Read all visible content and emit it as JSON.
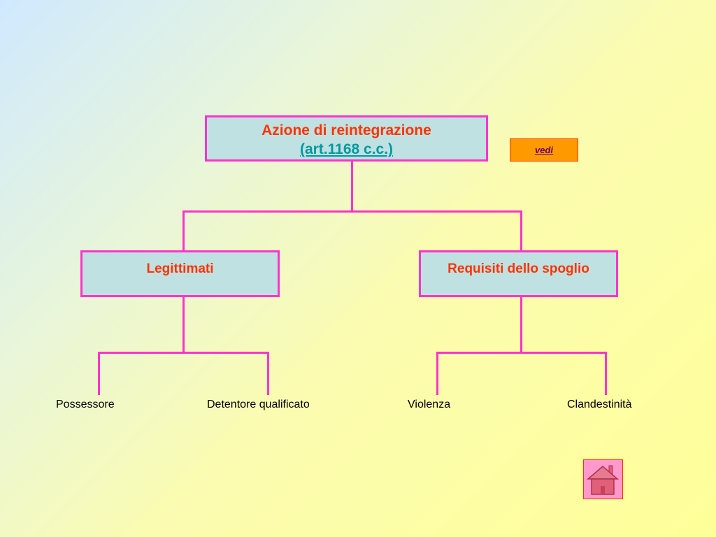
{
  "diagram": {
    "root": {
      "title": "Azione di reintegrazione",
      "link": "(art.1168 c.c.)"
    },
    "see_button": "vedi",
    "left_branch": {
      "title": "Legittimati",
      "leaves": [
        "Possessore",
        "Detentore qualificato"
      ]
    },
    "right_branch": {
      "title": "Requisiti dello spoglio",
      "leaves": [
        "Violenza",
        "Clandestinità"
      ]
    },
    "home_button_icon": "home-icon"
  }
}
